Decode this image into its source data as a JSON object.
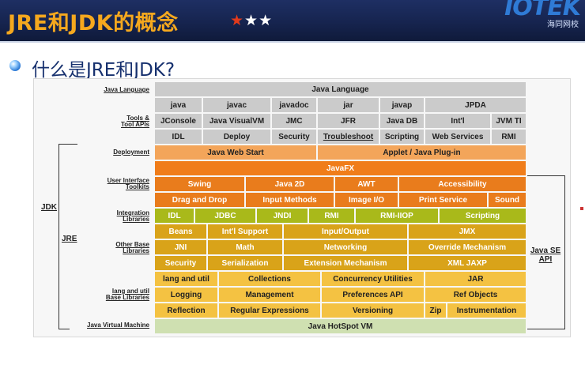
{
  "header": {
    "title": "JRE和JDK的概念",
    "stars": "★★★",
    "logo_mark": "IOTEK",
    "logo_sub": "海同网校"
  },
  "subheading": "什么是JRE和JDK?",
  "labels": {
    "java_language": "Java Language",
    "tools": [
      "Tools &",
      "Tool APIs"
    ],
    "deployment": "Deployment",
    "ui_toolkits": [
      "User Interface",
      "Toolkits"
    ],
    "integration": [
      "Integration",
      "Libraries"
    ],
    "other_base": [
      "Other Base",
      "Libraries"
    ],
    "lang_util": [
      "lang and util",
      "Base Libraries"
    ],
    "jvm": "Java Virtual Machine",
    "jdk": "JDK",
    "jre": "JRE",
    "java_se_api": [
      "Java SE",
      "API"
    ]
  },
  "rows": {
    "r0": [
      "Java Language"
    ],
    "r1": [
      "java",
      "javac",
      "javadoc",
      "jar",
      "javap",
      "JPDA"
    ],
    "r2": [
      "JConsole",
      "Java VisualVM",
      "JMC",
      "JFR",
      "Java DB",
      "Int'l",
      "JVM TI"
    ],
    "r3": [
      "IDL",
      "Deploy",
      "Security",
      "Troubleshoot",
      "Scripting",
      "Web Services",
      "RMI"
    ],
    "r4": [
      "Java Web Start",
      "Applet / Java Plug-in"
    ],
    "r5": [
      "JavaFX"
    ],
    "r6": [
      "Swing",
      "Java 2D",
      "AWT",
      "Accessibility"
    ],
    "r7": [
      "Drag and Drop",
      "Input Methods",
      "Image I/O",
      "Print Service",
      "Sound"
    ],
    "r8": [
      "IDL",
      "JDBC",
      "JNDI",
      "RMI",
      "RMI-IIOP",
      "Scripting"
    ],
    "r9": [
      "Beans",
      "Int'l Support",
      "Input/Output",
      "JMX"
    ],
    "r10": [
      "JNI",
      "Math",
      "Networking",
      "Override Mechanism"
    ],
    "r11": [
      "Security",
      "Serialization",
      "Extension Mechanism",
      "XML JAXP"
    ],
    "r12": [
      "lang and util",
      "Collections",
      "Concurrency Utilities",
      "JAR"
    ],
    "r13": [
      "Logging",
      "Management",
      "Preferences API",
      "Ref Objects"
    ],
    "r14": [
      "Reflection",
      "Regular Expressions",
      "Versioning",
      "Zip",
      "Instrumentation"
    ],
    "r15": [
      "Java HotSpot VM"
    ]
  }
}
